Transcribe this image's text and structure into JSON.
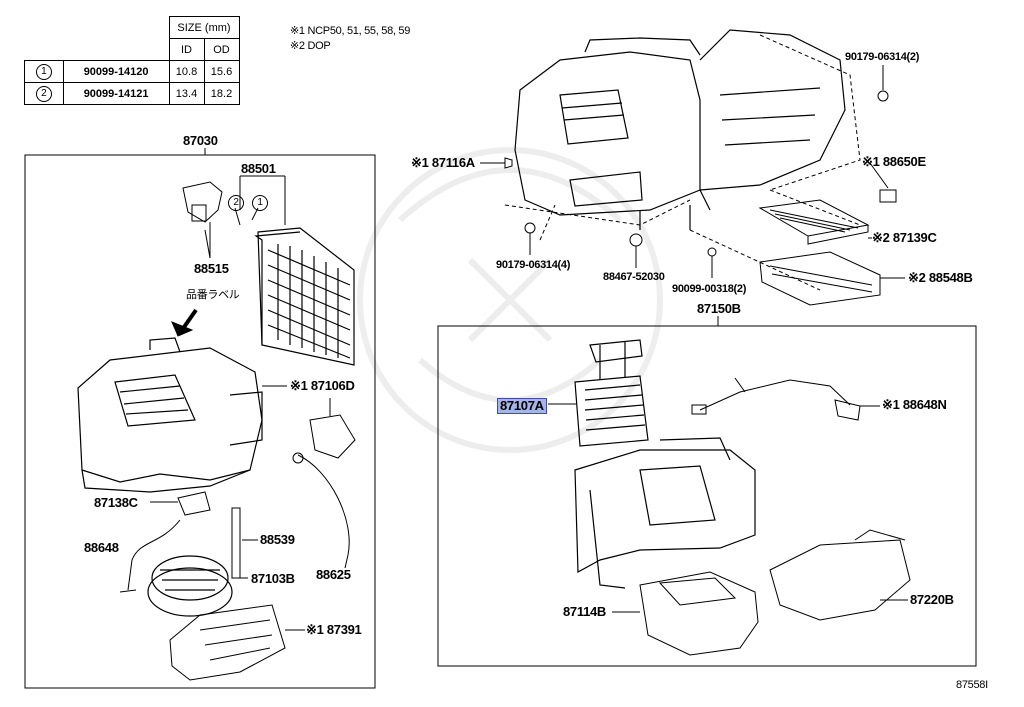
{
  "table": {
    "size_header": "SIZE (mm)",
    "col_id": "ID",
    "col_od": "OD",
    "rows": [
      {
        "mark": "1",
        "part": "90099-14120",
        "id": "10.8",
        "od": "15.6"
      },
      {
        "mark": "2",
        "part": "90099-14121",
        "id": "13.4",
        "od": "18.2"
      }
    ]
  },
  "notes": {
    "note1": "※1 NCP50, 51, 55, 58, 59",
    "note2": "※2 DOP"
  },
  "labels": {
    "p87030": "87030",
    "p88501": "88501",
    "c2": "2",
    "c1": "1",
    "p88515": "88515",
    "hinban": "品番ラベル",
    "p87106D": "※1 87106D",
    "p87138C": "87138C",
    "p88648": "88648",
    "p88539": "88539",
    "p87103B": "87103B",
    "p88625": "88625",
    "p87391": "※1 87391",
    "p87116A": "※1 87116A",
    "p90179_4": "90179-06314(4)",
    "p88467": "88467-52030",
    "p90099_2": "90099-00318(2)",
    "p90179_2": "90179-06314(2)",
    "p88650E": "※1 88650E",
    "p87139C": "※2 87139C",
    "p88548B": "※2 88548B",
    "p87150B": "87150B",
    "p87107A": "87107A",
    "p88648N": "※1 88648N",
    "p87114B": "87114B",
    "p87220B": "87220B",
    "fig": "87558I"
  }
}
